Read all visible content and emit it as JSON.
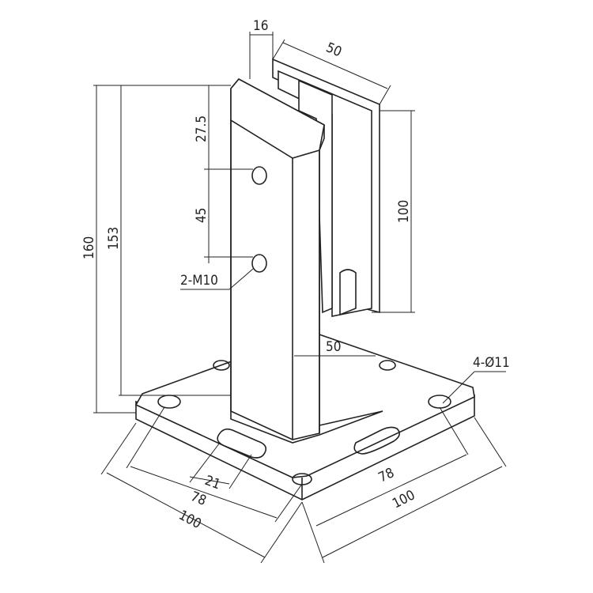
{
  "drawing": {
    "dimensions": {
      "channel_width": "16",
      "channel_depth": "50",
      "hole_top_offset": "27.5",
      "hole_spacing": "45",
      "channel_height": "100",
      "total_height": "160",
      "post_height": "153",
      "post_width": "50",
      "base_slot": "21",
      "base_hole_spacing_left": "78",
      "base_width_left": "100",
      "base_hole_spacing_right": "78",
      "base_width_right": "100"
    },
    "callouts": {
      "post_holes": "2-M10",
      "base_holes": "4-Ø11"
    },
    "colors": {
      "line": "#222222",
      "background": "#ffffff"
    }
  }
}
